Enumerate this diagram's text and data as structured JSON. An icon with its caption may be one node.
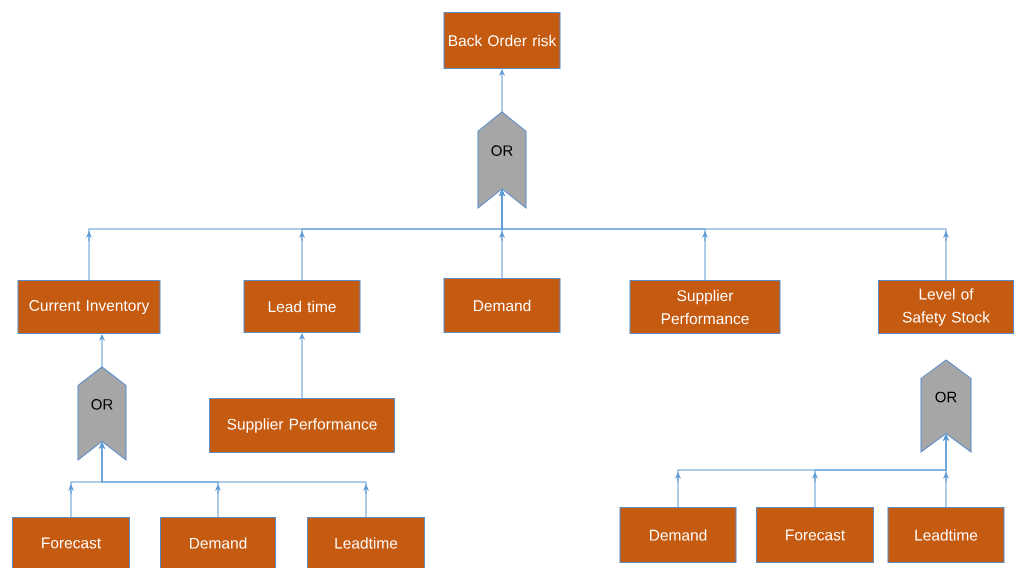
{
  "diagram": {
    "nodes": [
      {
        "text": [
          "Back Order risk"
        ]
      },
      {
        "text": [
          "OR"
        ]
      },
      {
        "text": [
          "Current Inventory"
        ]
      },
      {
        "text": [
          "Lead time"
        ]
      },
      {
        "text": [
          "Demand"
        ]
      },
      {
        "text": [
          "Supplier Performance"
        ]
      },
      {
        "text": [
          "Level of Safety Stock"
        ]
      },
      {
        "text": [
          "OR"
        ]
      },
      {
        "text": [
          "Supplier Performance"
        ]
      },
      {
        "text": [
          "Forecast"
        ]
      },
      {
        "text": [
          "Demand"
        ]
      },
      {
        "text": [
          "Leadtime"
        ]
      },
      {
        "text": [
          "OR"
        ]
      },
      {
        "text": [
          "Demand"
        ]
      },
      {
        "text": [
          "Forecast"
        ]
      },
      {
        "text": [
          "Leadtime"
        ]
      }
    ],
    "edges": [
      {
        "from": 1,
        "to": 0,
        "arrow": "to"
      },
      {
        "from": 2,
        "to": 1,
        "arrow": "to"
      },
      {
        "from": 3,
        "to": 1,
        "arrow": "to"
      },
      {
        "from": 4,
        "to": 1,
        "arrow": "to"
      },
      {
        "from": 5,
        "to": 1,
        "arrow": "to"
      },
      {
        "from": 6,
        "to": 1,
        "arrow": "to"
      },
      {
        "from": 7,
        "to": 2,
        "arrow": "to"
      },
      {
        "from": 8,
        "to": 3,
        "arrow": "to"
      },
      {
        "from": 9,
        "to": 7,
        "arrow": "to"
      },
      {
        "from": 10,
        "to": 7,
        "arrow": "to"
      },
      {
        "from": 11,
        "to": 7,
        "arrow": "to"
      },
      {
        "from": 13,
        "to": 12,
        "arrow": "to"
      },
      {
        "from": 14,
        "to": 12,
        "arrow": "to"
      },
      {
        "from": 15,
        "to": 12,
        "arrow": "to"
      }
    ]
  }
}
